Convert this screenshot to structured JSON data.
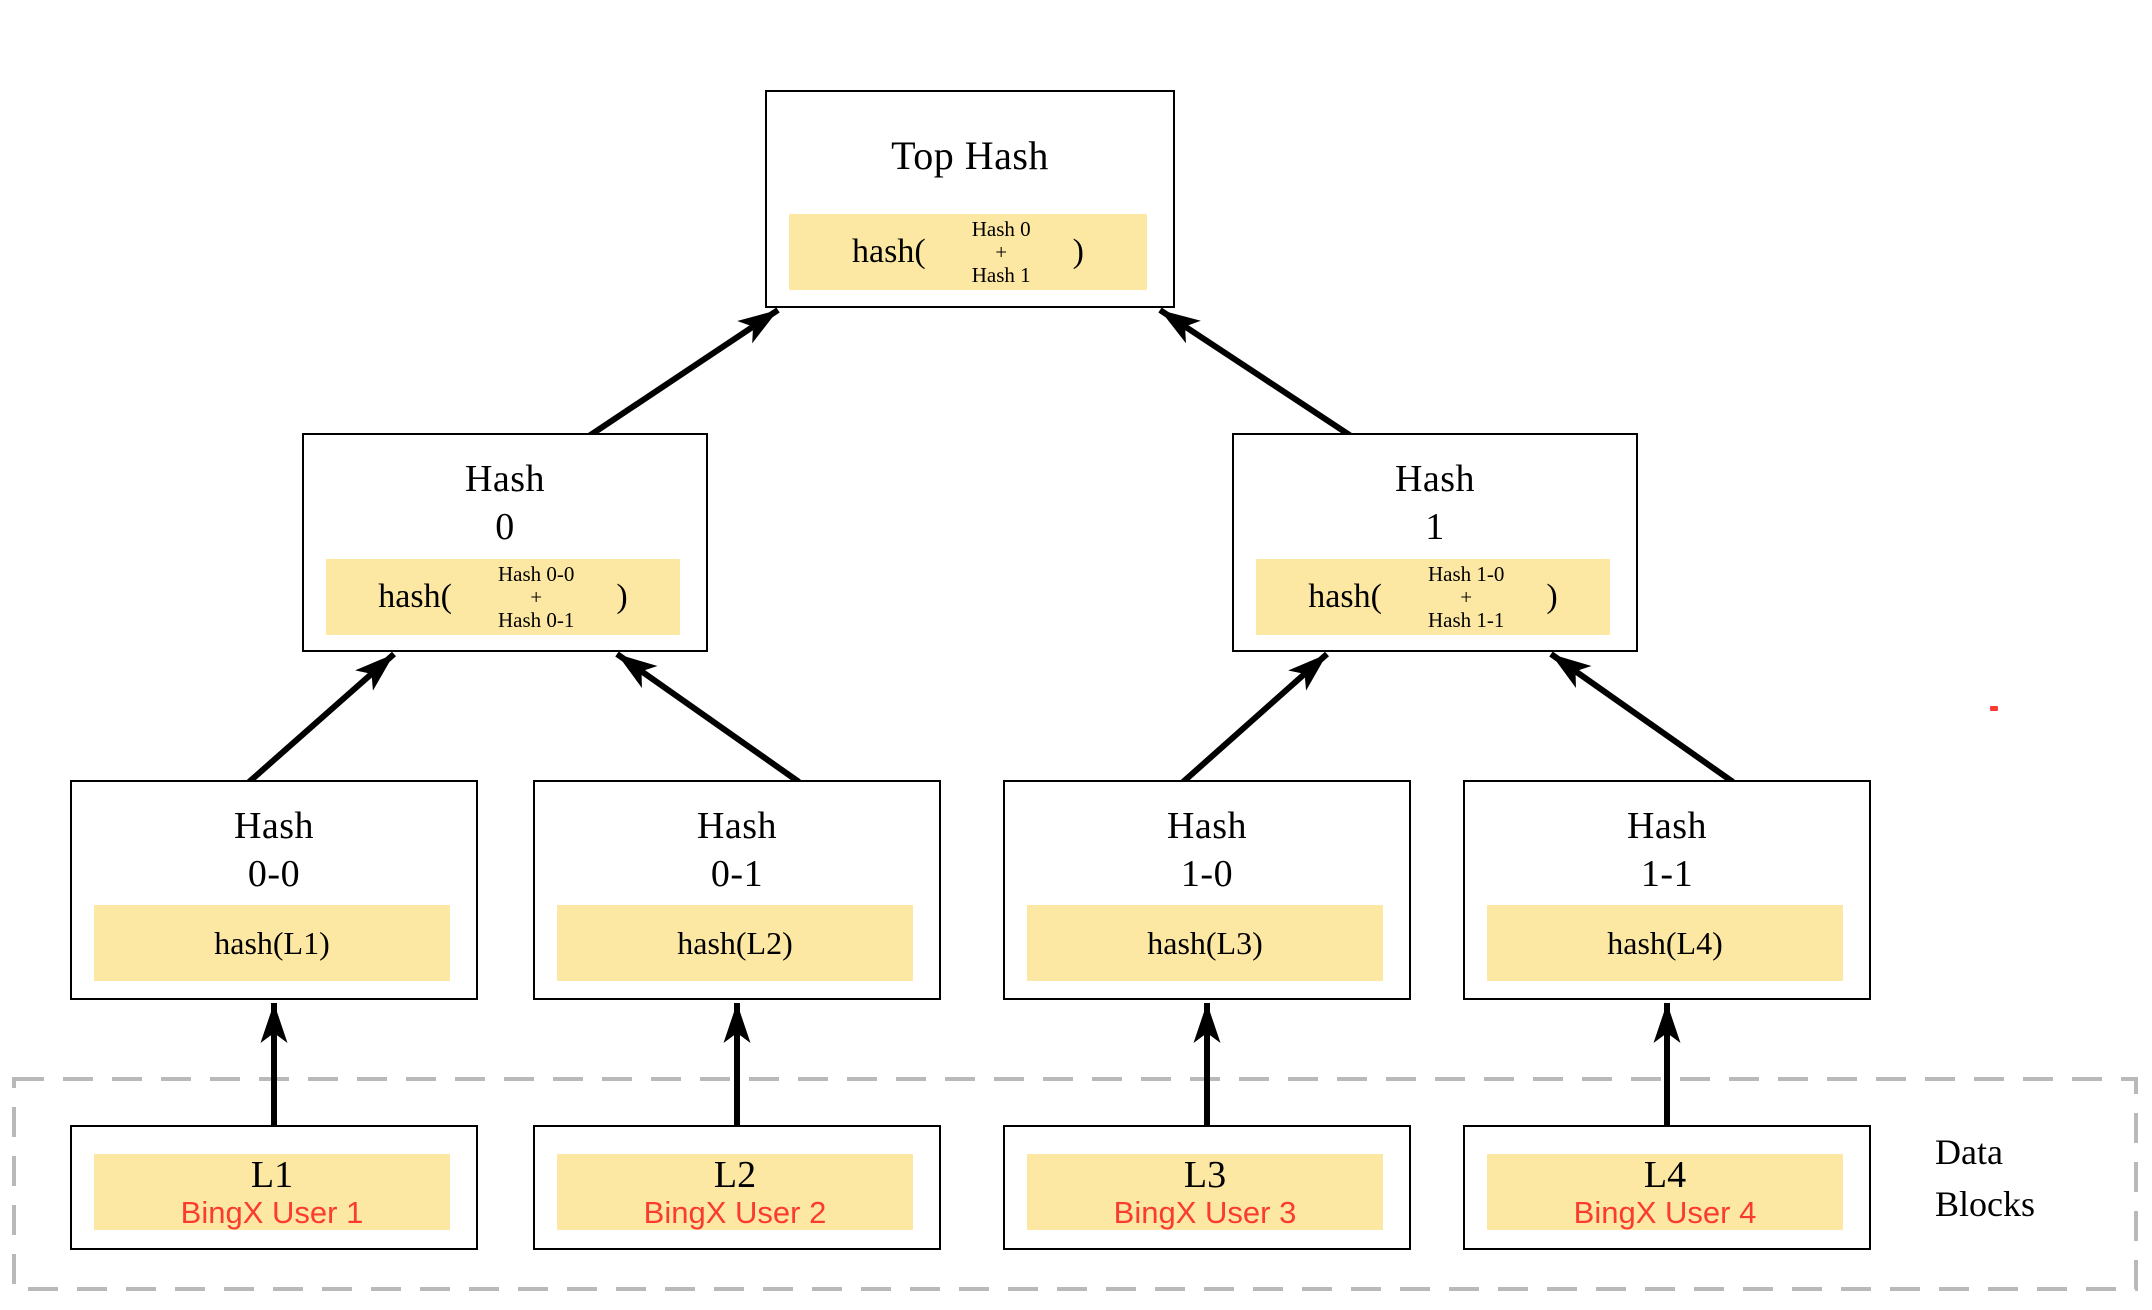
{
  "colors": {
    "highlight": "#FCE8A2",
    "accent_red": "#FA3B32",
    "box_border": "#000000",
    "dashed_border": "#B9B9B9"
  },
  "nodes": {
    "top": {
      "title": "Top Hash",
      "formula": {
        "prefix": "hash(",
        "operand_top": "Hash 0",
        "operator": "+",
        "operand_bottom": "Hash 1",
        "suffix": ")"
      }
    },
    "internal": [
      {
        "title_line1": "Hash",
        "title_line2": "0",
        "formula": {
          "prefix": "hash(",
          "operand_top": "Hash 0-0",
          "operator": "+",
          "operand_bottom": "Hash 0-1",
          "suffix": ")"
        }
      },
      {
        "title_line1": "Hash",
        "title_line2": "1",
        "formula": {
          "prefix": "hash(",
          "operand_top": "Hash 1-0",
          "operator": "+",
          "operand_bottom": "Hash 1-1",
          "suffix": ")"
        }
      }
    ],
    "leaf_hashes": [
      {
        "title_line1": "Hash",
        "title_line2": "0-0",
        "formula": "hash(L1)"
      },
      {
        "title_line1": "Hash",
        "title_line2": "0-1",
        "formula": "hash(L2)"
      },
      {
        "title_line1": "Hash",
        "title_line2": "1-0",
        "formula": "hash(L3)"
      },
      {
        "title_line1": "Hash",
        "title_line2": "1-1",
        "formula": "hash(L4)"
      }
    ],
    "data_blocks": [
      {
        "label": "L1",
        "subtitle": "BingX User 1"
      },
      {
        "label": "L2",
        "subtitle": "BingX User 2"
      },
      {
        "label": "L3",
        "subtitle": "BingX User 3"
      },
      {
        "label": "L4",
        "subtitle": "BingX User 4"
      }
    ]
  },
  "region": {
    "label_line1": "Data",
    "label_line2": "Blocks"
  }
}
